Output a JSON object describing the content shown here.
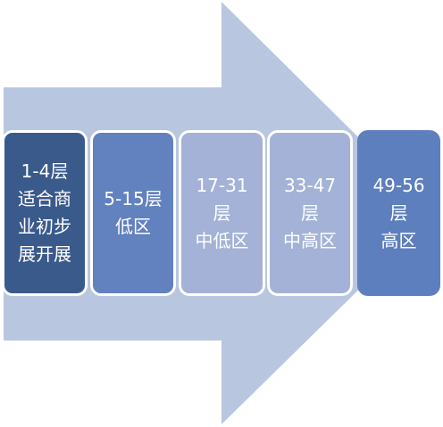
{
  "colors": {
    "arrow": "#b9c6e0",
    "stage_1": "#3a5a8c",
    "stage_2": "#6281bf",
    "stage_3": "#a3b2d6",
    "stage_4": "#a3b2d6",
    "stage_5": "#5e7fbd"
  },
  "stages": [
    {
      "label": "1-4层\n适合商\n业初步\n展开展"
    },
    {
      "label": "5-15层\n低区"
    },
    {
      "label": "17-31\n层\n中低区"
    },
    {
      "label": "33-47\n层\n中高区"
    },
    {
      "label": "49-56\n层\n高区"
    }
  ]
}
